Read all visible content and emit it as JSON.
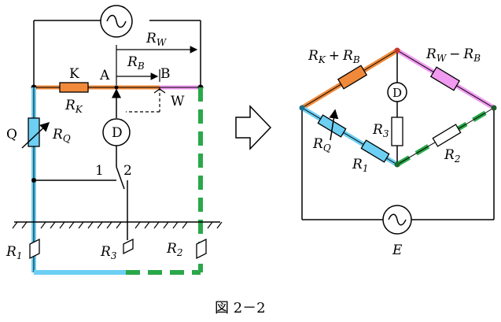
{
  "left": {
    "RW": {
      "main": "R",
      "sub": "W"
    },
    "RB": {
      "main": "R",
      "sub": "B"
    },
    "RK": {
      "main": "R",
      "sub": "K"
    },
    "RQ": {
      "main": "R",
      "sub": "Q"
    },
    "R1": {
      "main": "R",
      "sub": "1"
    },
    "R2": {
      "main": "R",
      "sub": "2"
    },
    "R3": {
      "main": "R",
      "sub": "3"
    },
    "K": "K",
    "A": "A",
    "B": "B",
    "W": "W",
    "Q": "Q",
    "D": "D",
    "sw1": "1",
    "sw2": "2"
  },
  "right": {
    "top_left": {
      "a": "R",
      "asub": "K",
      "op": "+",
      "b": "R",
      "bsub": "B"
    },
    "top_right": {
      "a": "R",
      "asub": "W",
      "op": "−",
      "b": "R",
      "bsub": "B"
    },
    "RQ": {
      "main": "R",
      "sub": "Q"
    },
    "R1": {
      "main": "R",
      "sub": "1"
    },
    "R2": {
      "main": "R",
      "sub": "2"
    },
    "R3": {
      "main": "R",
      "sub": "3"
    },
    "D": "D",
    "E": "E"
  },
  "caption": "図 2－2",
  "colors": {
    "orange": "#f08a3a",
    "pink": "#f09af0",
    "blue": "#6ccff3",
    "green": "#2aa84a"
  }
}
